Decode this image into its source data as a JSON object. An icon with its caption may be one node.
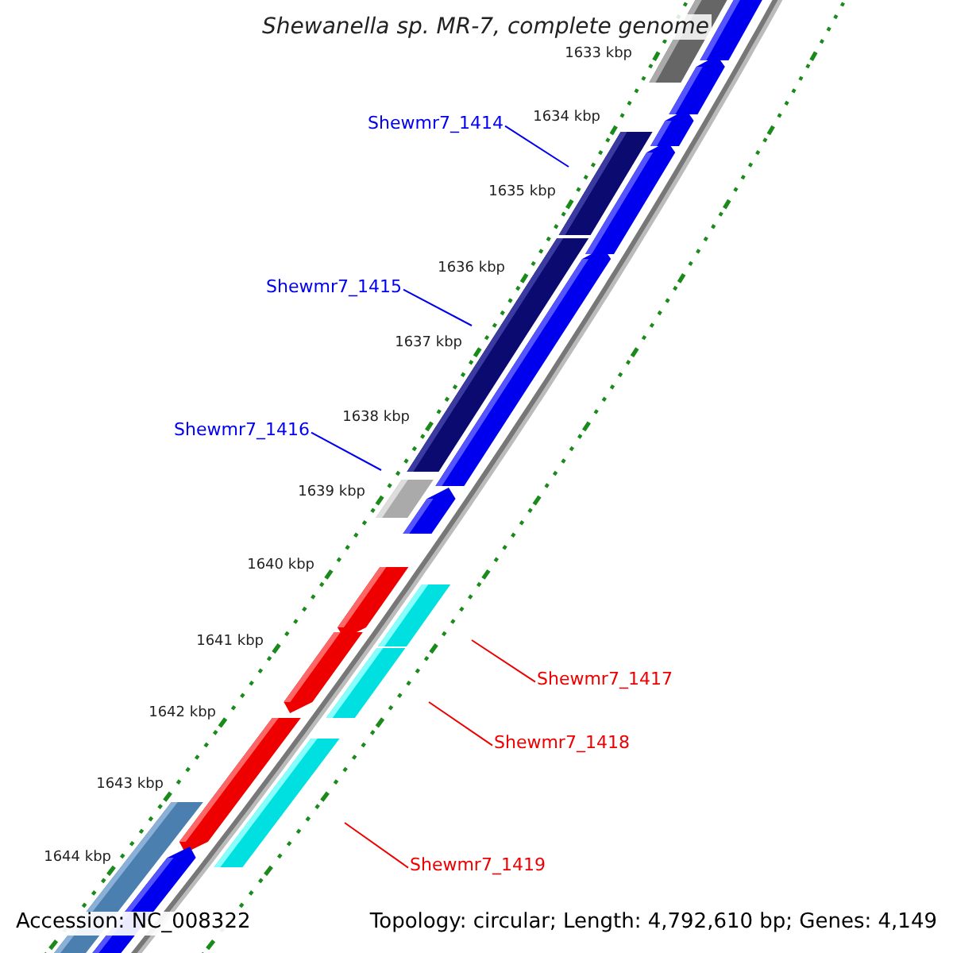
{
  "diagram": {
    "title": "Shewanella sp. MR-7, complete genome",
    "nodes": [
      {
        "text": [
          "Shewmr7_1414"
        ]
      },
      {
        "text": [
          "Shewmr7_1415"
        ]
      },
      {
        "text": [
          "Shewmr7_1416"
        ]
      },
      {
        "text": [
          "Shewmr7_1417"
        ]
      },
      {
        "text": [
          "Shewmr7_1418"
        ]
      },
      {
        "text": [
          "Shewmr7_1419"
        ]
      }
    ],
    "edges": [
      {
        "from": 0,
        "to": null,
        "arrow": "none",
        "color": "#0000ee"
      },
      {
        "from": 1,
        "to": null,
        "arrow": "none",
        "color": "#0000ee"
      },
      {
        "from": 2,
        "to": null,
        "arrow": "none",
        "color": "#0000ee"
      },
      {
        "from": 3,
        "to": null,
        "arrow": "none",
        "color": "#ee0000"
      },
      {
        "from": 4,
        "to": null,
        "arrow": "none",
        "color": "#ee0000"
      },
      {
        "from": 5,
        "to": null,
        "arrow": "none",
        "color": "#ee0000"
      }
    ],
    "labels": [
      "1633 kbp",
      "1634 kbp",
      "1635 kbp",
      "1636 kbp",
      "1637 kbp",
      "1638 kbp",
      "1639 kbp",
      "1640 kbp",
      "1641 kbp",
      "1642 kbp",
      "1643 kbp",
      "1644 kbp",
      "Accession: NC_008322",
      "Topology: circular; Length: 4,792,610 bp; Genes: 4,149"
    ]
  }
}
